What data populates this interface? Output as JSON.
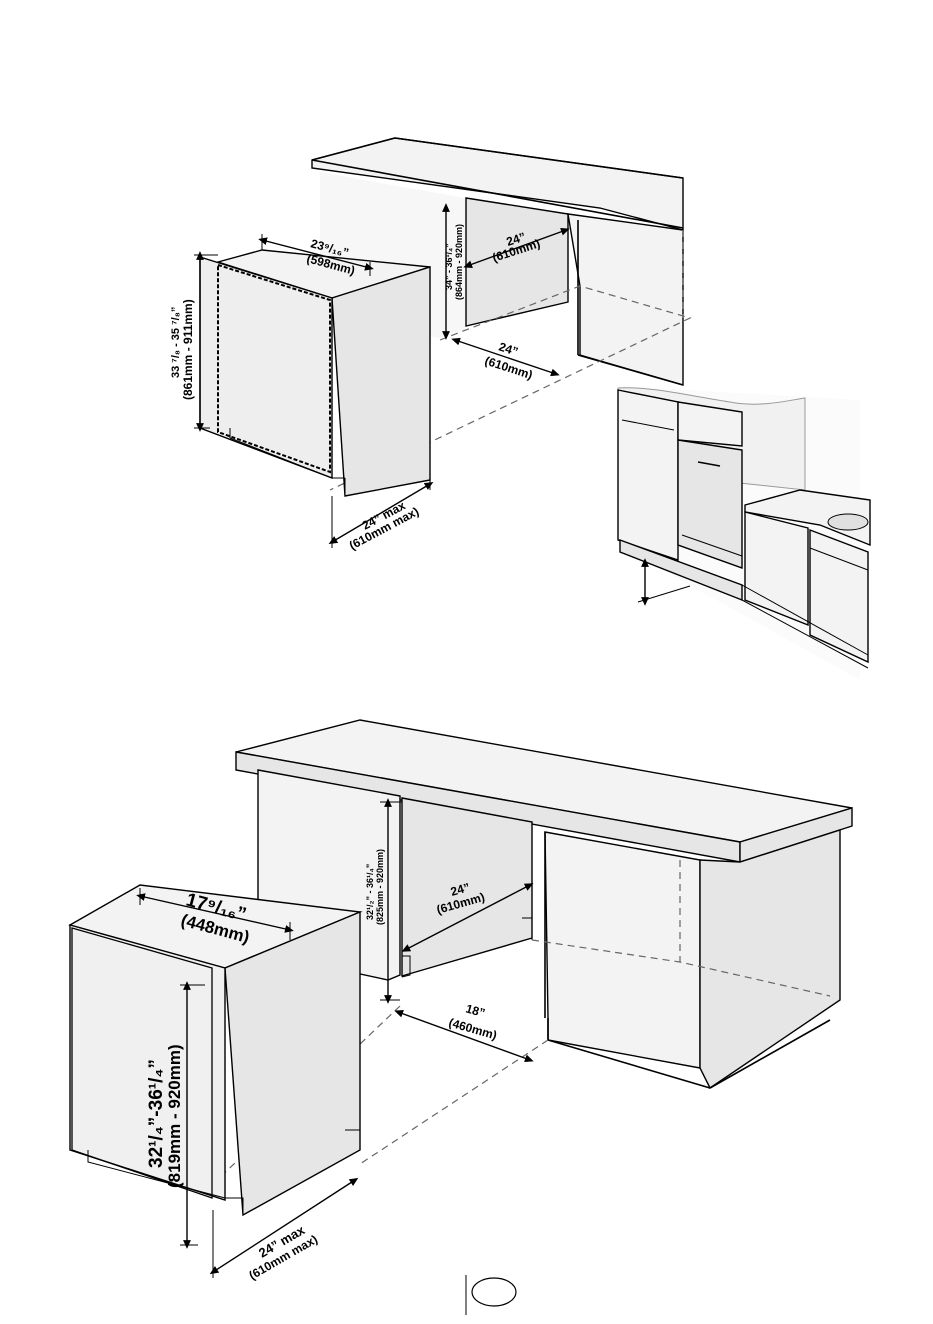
{
  "top_diagram": {
    "width_label": "23⁹/₁₆”",
    "width_label_mm": "(598mm)",
    "height_label": "33 ⁷/₈ - 35 ⁷/₈”",
    "height_label_mm": "(861mm - 911mm)",
    "depth_label": "24” max",
    "depth_label_mm": "(610mm max)",
    "niche_height_label": "34” - 36¹/₄”",
    "niche_height_label_mm": "(864mm - 920mm)",
    "niche_width_label": "24”",
    "niche_width_label_mm": "(610mm)",
    "niche_depth_label": "24”",
    "niche_depth_label_mm": "(610mm)"
  },
  "bottom_diagram": {
    "width_label": "17⁹/₁₆”",
    "width_label_mm": "(448mm)",
    "height_label": "32¹/₄”-36¹/₄”",
    "height_label_mm": "(819mm - 920mm)",
    "depth_label": "24” max",
    "depth_label_mm": "(610mm max)",
    "niche_height_label": "32¹/₂” - 36¹/₄”",
    "niche_height_label_mm": "(825mm - 920mm)",
    "niche_width_label": "24”",
    "niche_width_label_mm": "(610mm)",
    "niche_depth_label": "18”",
    "niche_depth_label_mm": "(460mm)"
  }
}
